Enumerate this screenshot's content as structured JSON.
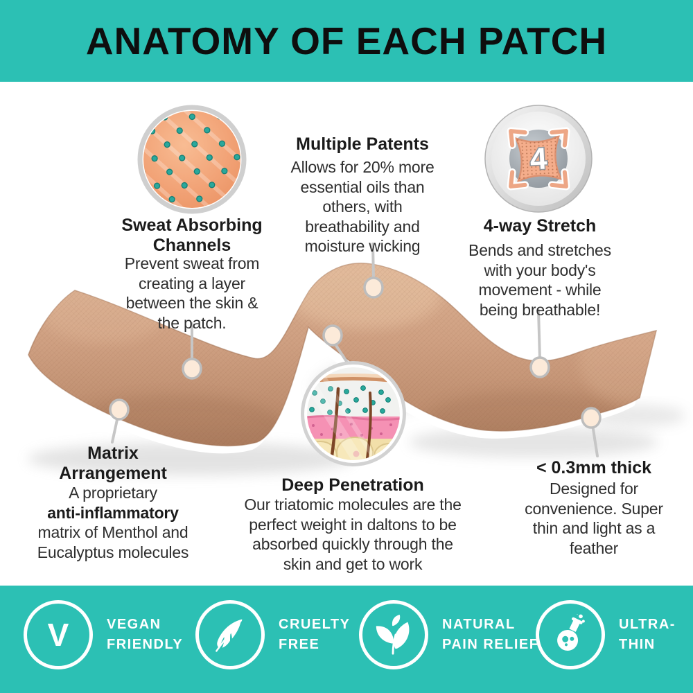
{
  "header": {
    "title": "ANATOMY OF EACH PATCH"
  },
  "features": {
    "sweat": {
      "title": "Sweat Absorbing\nChannels",
      "body": "Prevent sweat from\ncreating a layer\nbetween the skin &\nthe patch."
    },
    "patents": {
      "title": "Multiple Patents",
      "body": "Allows for 20% more\nessential oils than\nothers, with\nbreathability and\nmoisture wicking"
    },
    "stretch": {
      "title": "4-way Stretch",
      "body": "Bends and stretches\nwith your body's\nmovement - while\nbeing breathable!",
      "badge_number": "4"
    },
    "matrix": {
      "title": "Matrix\nArrangement",
      "body_pre": "A proprietary\n",
      "body_bold": "anti-inflammatory",
      "body_post": "\nmatrix of Menthol and\nEucalyptus molecules"
    },
    "deep": {
      "title": "Deep Penetration",
      "body": "Our triatomic molecules are the\nperfect weight in daltons to be\nabsorbed quickly through the\nskin and get to work"
    },
    "thin": {
      "title": "< 0.3mm thick",
      "body": "Designed for\nconvenience. Super\nthin and light as a\nfeather"
    }
  },
  "footer": {
    "badges": [
      {
        "label": "VEGAN\nFRIENDLY",
        "icon": "vegan-v-icon",
        "symbol": "V"
      },
      {
        "label": "CRUELTY\nFREE",
        "icon": "feather-icon"
      },
      {
        "label": "NATURAL\nPAIN RELIEF",
        "icon": "leaves-icon"
      },
      {
        "label": "ULTRA-\nTHIN",
        "icon": "flask-icon"
      }
    ]
  },
  "colors": {
    "teal": "#2cc0b4",
    "patch_tan": "#cda184",
    "accent_salmon": "#f2a786",
    "molecule_teal": "#28a89b"
  }
}
